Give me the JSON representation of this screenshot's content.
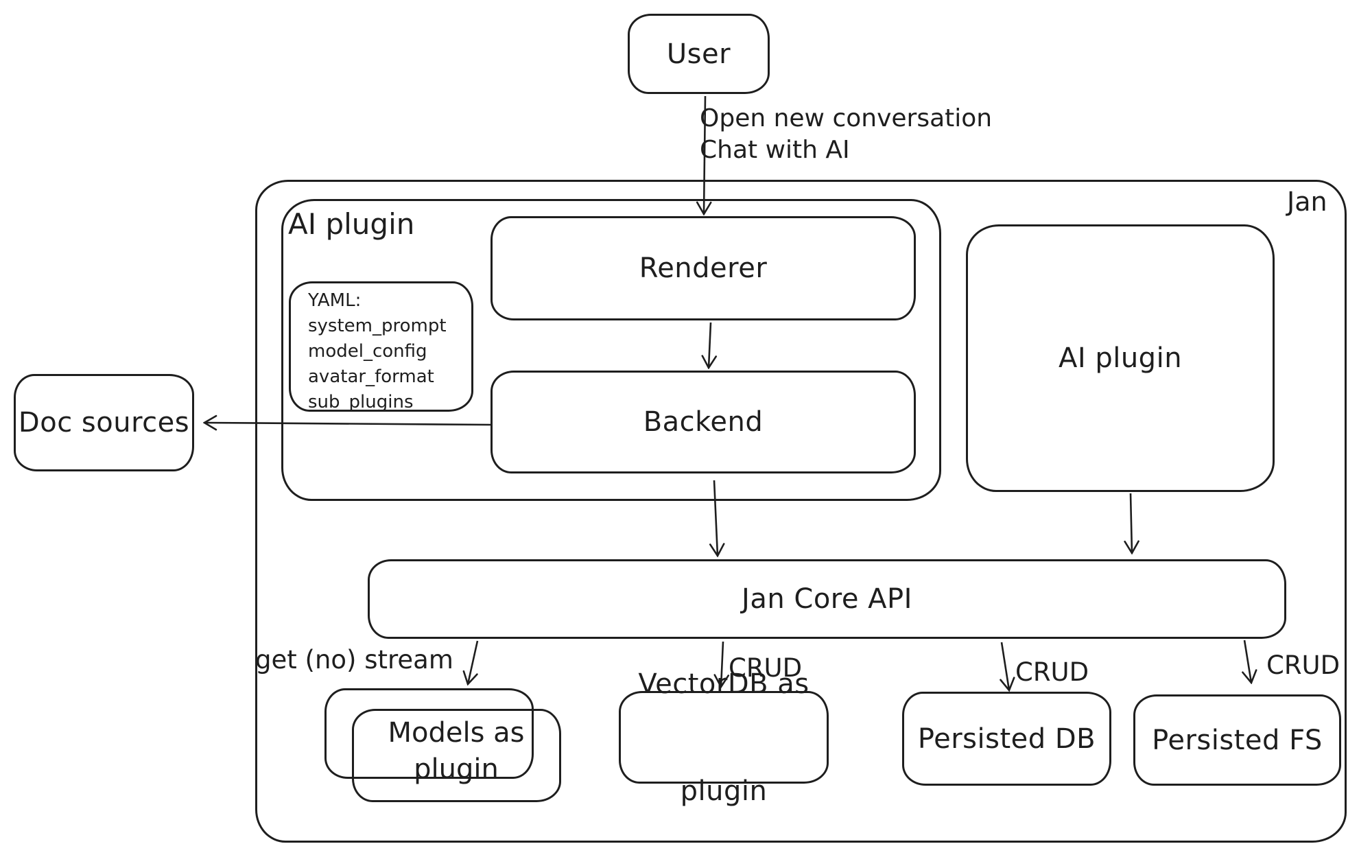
{
  "colors": {
    "stroke": "#1e1e1e",
    "background": "#ffffff",
    "text": "#1e1e1e"
  },
  "nodes": {
    "user": {
      "label": "User"
    },
    "jan_container": {
      "label": "Jan"
    },
    "ai_plugin_container": {
      "label": "AI plugin"
    },
    "renderer": {
      "label": "Renderer"
    },
    "backend": {
      "label": "Backend"
    },
    "yaml_note": {
      "lines": [
        "YAML:",
        "system_prompt",
        "model_config",
        "avatar_format",
        "sub_plugins"
      ]
    },
    "ai_plugin_right": {
      "label": "AI plugin"
    },
    "doc_sources": {
      "label": "Doc sources"
    },
    "jan_core_api": {
      "label": "Jan Core API"
    },
    "models_as_plugin": {
      "lines": [
        "Models as",
        "plugin"
      ]
    },
    "vectordb_as_plugin": {
      "lines": [
        "VectorDB as",
        "plugin"
      ]
    },
    "persisted_db": {
      "label": "Persisted DB"
    },
    "persisted_fs": {
      "label": "Persisted FS"
    }
  },
  "edge_labels": {
    "user_to_renderer": {
      "lines": [
        "Open new conversation",
        "Chat with AI"
      ]
    },
    "api_to_models": "get (no) stream",
    "api_to_vectordb": "CRUD",
    "api_to_persisted_db": "CRUD",
    "api_to_persisted_fs": "CRUD"
  }
}
